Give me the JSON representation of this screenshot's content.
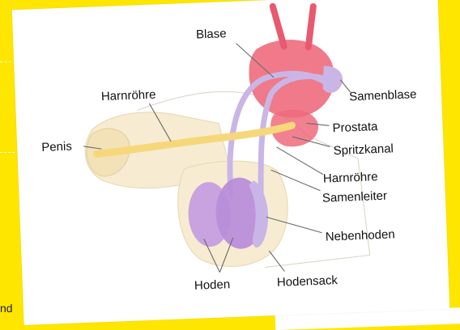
{
  "page_text": "nd",
  "diagram": {
    "labels": {
      "blase": "Blase",
      "harnroehre_top": "Harnröhre",
      "penis": "Penis",
      "samenblase": "Samenblase",
      "prostata": "Prostata",
      "spritzkanal": "Spritzkanal",
      "harnroehre_right": "Harnröhre",
      "samenleiter": "Samenleiter",
      "nebenhoden": "Nebenhoden",
      "hoden": "Hoden",
      "hodensack": "Hodensack"
    }
  },
  "colors": {
    "page_background": "#ffe600",
    "bladder": "#ee6b7c",
    "urethra": "#f6d77a",
    "vas_deferens": "#c9b6e6",
    "testis": "#c39be0",
    "skin": "#f7ecd2"
  }
}
